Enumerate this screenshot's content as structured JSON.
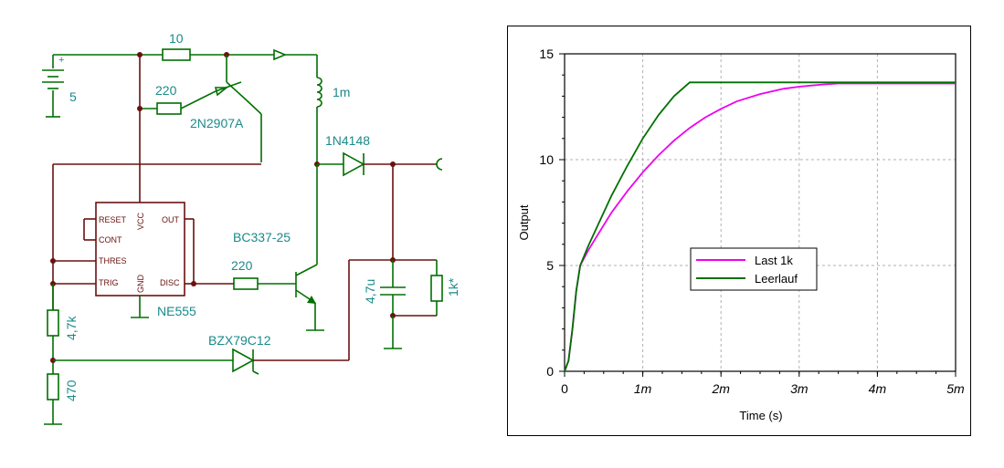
{
  "schematic": {
    "battery_value": "5",
    "battery_plus": "+",
    "r_top": "10",
    "r_base": "220",
    "pnp": "2N2907A",
    "inductor": "1m",
    "diode": "1N4148",
    "npn": "BC337-25",
    "r_npn": "220",
    "cap": "4,7u",
    "load": "1k*",
    "r_div1": "4,7k",
    "r_div2": "470",
    "zener": "BZX79C12",
    "ic_name": "NE555",
    "ic_pins": {
      "reset": "RESET",
      "cont": "CONT",
      "thres": "THRES",
      "trig": "TRIG",
      "vcc": "VCC",
      "gnd": "GND",
      "out": "OUT",
      "disc": "DISC"
    }
  },
  "chart_data": {
    "type": "line",
    "xlabel": "Time (s)",
    "ylabel": "Output",
    "xlim": [
      0,
      5
    ],
    "ylim": [
      0,
      15
    ],
    "x_ticks": [
      "0",
      "1m",
      "2m",
      "3m",
      "4m",
      "5m"
    ],
    "y_ticks": [
      "0",
      "5",
      "10",
      "15"
    ],
    "grid": true,
    "legend_position": "center",
    "series": [
      {
        "name": "Last  1k",
        "color": "#ee00ee",
        "x": [
          0,
          0.05,
          0.1,
          0.15,
          0.2,
          0.3,
          0.4,
          0.5,
          0.6,
          0.8,
          1.0,
          1.2,
          1.4,
          1.6,
          1.8,
          2.0,
          2.2,
          2.5,
          2.8,
          3.0,
          3.3,
          3.5,
          4.0,
          5.0
        ],
        "y": [
          0,
          0.5,
          2.0,
          3.8,
          5.0,
          5.7,
          6.3,
          6.9,
          7.5,
          8.5,
          9.4,
          10.2,
          10.9,
          11.5,
          12.0,
          12.4,
          12.75,
          13.1,
          13.35,
          13.45,
          13.55,
          13.6,
          13.6,
          13.6
        ]
      },
      {
        "name": "Leerlauf",
        "color": "#007000",
        "x": [
          0,
          0.05,
          0.1,
          0.15,
          0.2,
          0.3,
          0.4,
          0.5,
          0.6,
          0.8,
          1.0,
          1.2,
          1.4,
          1.6,
          1.8,
          2.0,
          3.0,
          5.0
        ],
        "y": [
          0,
          0.5,
          2.0,
          3.8,
          5.0,
          5.9,
          6.7,
          7.5,
          8.3,
          9.7,
          11.0,
          12.1,
          13.0,
          13.65,
          13.65,
          13.65,
          13.65,
          13.65
        ]
      }
    ]
  }
}
